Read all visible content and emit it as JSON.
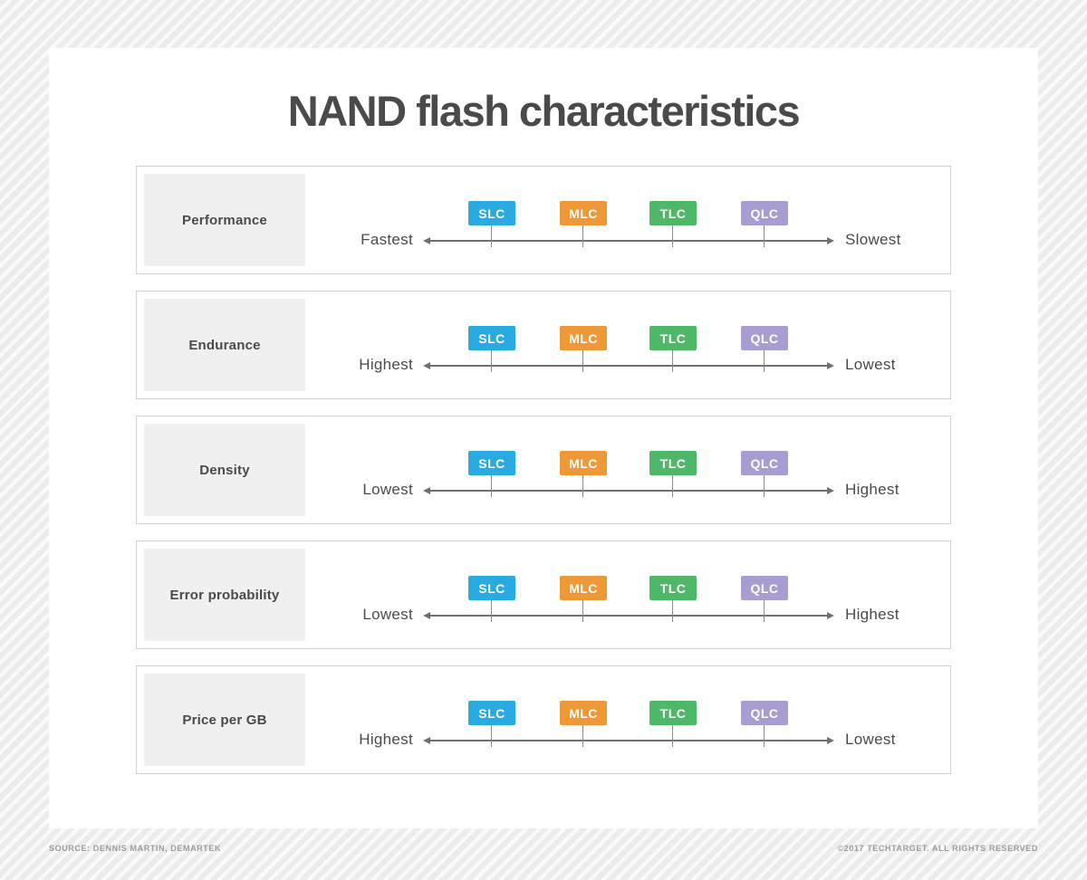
{
  "title": "NAND flash characteristics",
  "levels": [
    "SLC",
    "MLC",
    "TLC",
    "QLC"
  ],
  "colors": {
    "slc": "#29abe2",
    "mlc": "#ef9838",
    "tlc": "#4fb768",
    "qlc": "#a89cd0",
    "heading_text": "#4a4a4a",
    "arrow_line": "#6f6f6f"
  },
  "rows": [
    {
      "label": "Performance",
      "left": "Fastest",
      "right": "Slowest"
    },
    {
      "label": "Endurance",
      "left": "Highest",
      "right": "Lowest"
    },
    {
      "label": "Density",
      "left": "Lowest",
      "right": "Highest"
    },
    {
      "label": "Error probability",
      "left": "Lowest",
      "right": "Highest"
    },
    {
      "label": "Price per GB",
      "left": "Highest",
      "right": "Lowest"
    }
  ],
  "footer": {
    "source": "SOURCE: DENNIS MARTIN, DEMARTEK",
    "copyright": "©2017 TECHTARGET. ALL RIGHTS RESERVED"
  }
}
